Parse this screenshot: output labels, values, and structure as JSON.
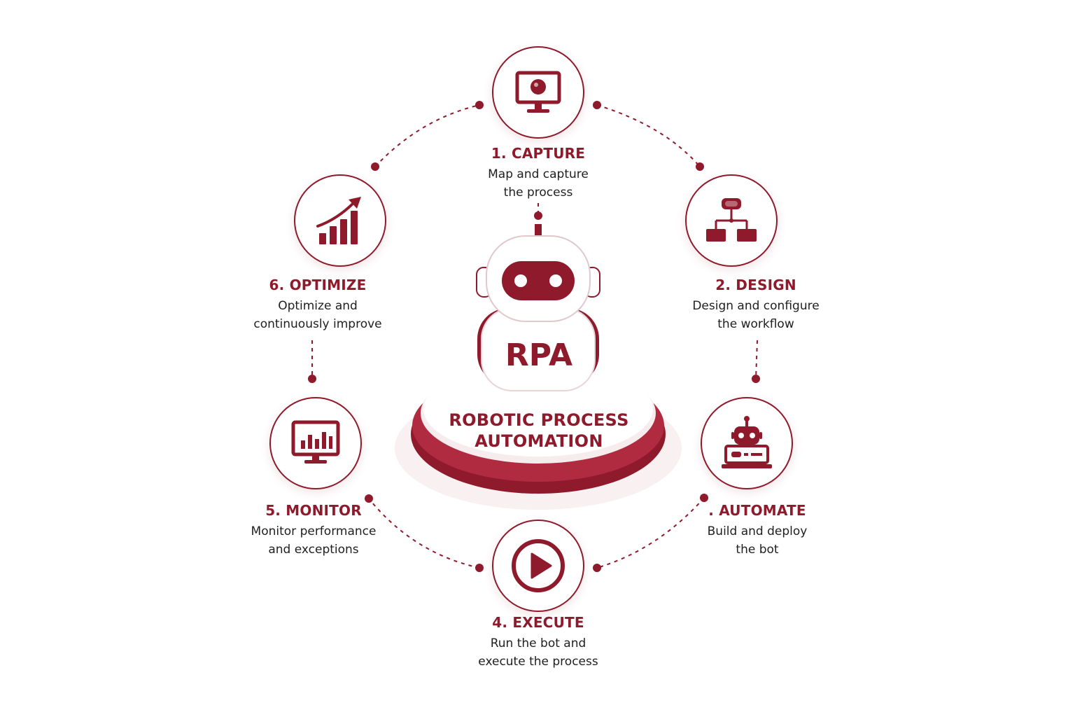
{
  "center": {
    "badge": "RPA",
    "title_line1": "ROBOTIC PROCESS",
    "title_line2": "AUTOMATION"
  },
  "steps": [
    {
      "title": "1. CAPTURE",
      "desc_line1": "Map and capture",
      "desc_line2": "the process",
      "icon": "monitor-record-icon"
    },
    {
      "title": "2. DESIGN",
      "desc_line1": "Design and configure",
      "desc_line2": "the workflow",
      "icon": "flowchart-icon"
    },
    {
      "title": ". AUTOMATE",
      "desc_line1": "Build and deploy",
      "desc_line2": "the bot",
      "icon": "robot-laptop-icon"
    },
    {
      "title": "4. EXECUTE",
      "desc_line1": "Run the bot and",
      "desc_line2": "execute the process",
      "icon": "play-icon"
    },
    {
      "title": "5. MONITOR",
      "desc_line1": "Monitor performance",
      "desc_line2": "and exceptions",
      "icon": "monitor-chart-icon"
    },
    {
      "title": "6. OPTIMIZE",
      "desc_line1": "Optimize and",
      "desc_line2": "continuously improve",
      "icon": "growth-chart-icon"
    }
  ],
  "colors": {
    "accent": "#8f1a2b",
    "text": "#1f1f1f",
    "background": "#ffffff"
  }
}
